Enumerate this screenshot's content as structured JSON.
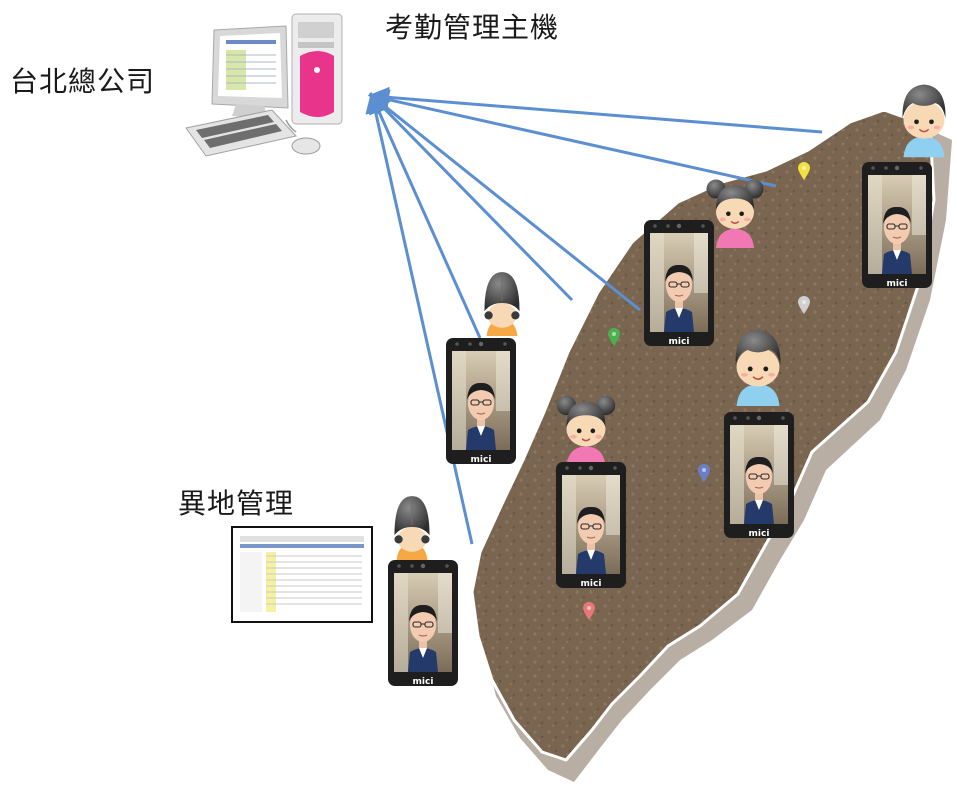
{
  "labels": {
    "headquarters": "台北總公司",
    "host": "考勤管理主機",
    "remote": "異地管理"
  },
  "terminal_brand": "mici",
  "colors": {
    "line": "#5b8fd1",
    "island": "#7a6650",
    "island_shadow": "#b8aea4",
    "terminal_frame": "#222222",
    "boy_shirt": "#8fd0f0",
    "girl_shirt": "#f278b4",
    "girl_shirt_orange": "#f6a845"
  },
  "markers": [
    {
      "color": "#f2e040"
    },
    {
      "color": "#cfcfcf"
    },
    {
      "color": "#4caf50"
    },
    {
      "color": "#6a7ec8"
    },
    {
      "color": "#e87878"
    }
  ]
}
